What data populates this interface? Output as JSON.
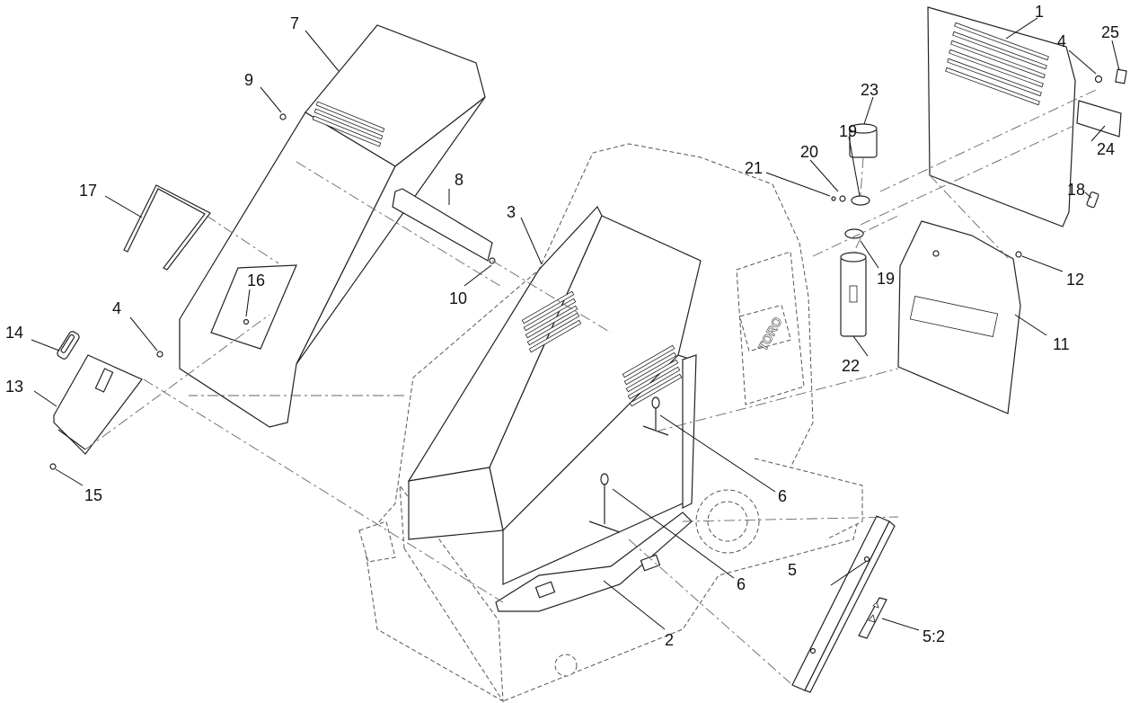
{
  "callouts": {
    "c1": "1",
    "c2": "2",
    "c3": "3",
    "c4a": "4",
    "c4b": "4",
    "c5": "5",
    "c5_2": "5:2",
    "c6a": "6",
    "c6b": "6",
    "c7": "7",
    "c8": "8",
    "c9": "9",
    "c10": "10",
    "c11": "11",
    "c12": "12",
    "c13": "13",
    "c14": "14",
    "c15": "15",
    "c16": "16",
    "c17": "17",
    "c18": "18",
    "c19a": "19",
    "c19b": "19",
    "c20": "20",
    "c21": "21",
    "c22": "22",
    "c23": "23",
    "c24": "24",
    "c25": "25"
  },
  "frame_logo": "TORO"
}
